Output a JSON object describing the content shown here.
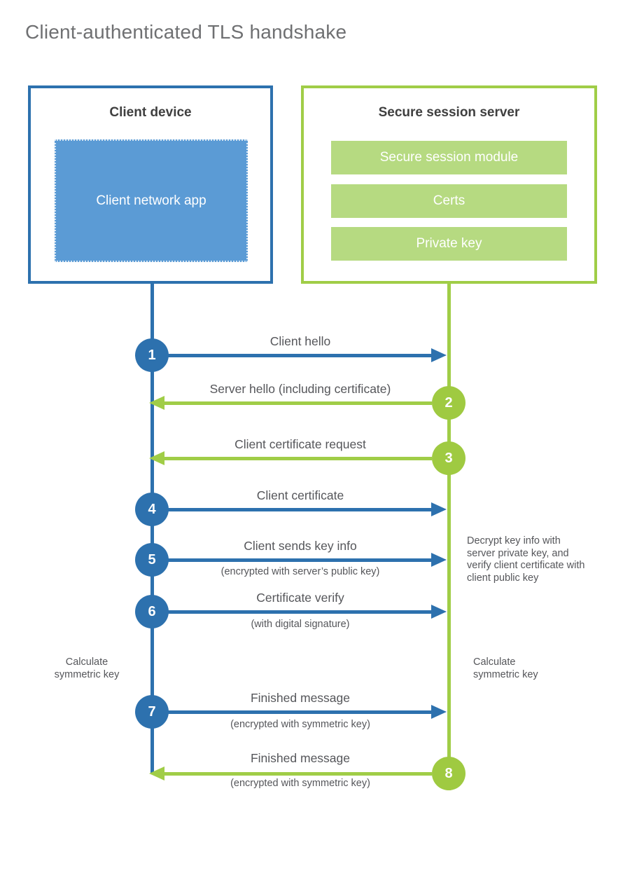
{
  "title": "Client-authenticated TLS handshake",
  "colors": {
    "blue": "#2d71ae",
    "blue_fill": "#5b9bd5",
    "green": "#a0cd47",
    "green_fill": "#b6da81",
    "text_dark": "#3f3f3f",
    "text_label": "#55565a"
  },
  "client": {
    "title": "Client device",
    "app_label": "Client network app"
  },
  "server": {
    "title": "Secure session server",
    "modules": [
      "Secure session module",
      "Certs",
      "Private key"
    ]
  },
  "messages": [
    {
      "num": "1",
      "from": "client",
      "direction": "right",
      "label": "Client hello",
      "sub": ""
    },
    {
      "num": "2",
      "from": "server",
      "direction": "left",
      "label": "Server hello (including certificate)",
      "sub": ""
    },
    {
      "num": "3",
      "from": "server",
      "direction": "left",
      "label": "Client certificate request",
      "sub": ""
    },
    {
      "num": "4",
      "from": "client",
      "direction": "right",
      "label": "Client certificate",
      "sub": ""
    },
    {
      "num": "5",
      "from": "client",
      "direction": "right",
      "label": "Client sends key info",
      "sub": "(encrypted with server’s public key)"
    },
    {
      "num": "6",
      "from": "client",
      "direction": "right",
      "label": "Certificate verify",
      "sub": "(with digital signature)"
    },
    {
      "num": "7",
      "from": "client",
      "direction": "right",
      "label": "Finished message",
      "sub": "(encrypted with symmetric key)"
    },
    {
      "num": "8",
      "from": "server",
      "direction": "left",
      "label": "Finished message",
      "sub": "(encrypted with symmetric key)"
    }
  ],
  "notes": {
    "decrypt": "Decrypt key info with server private key, and verify client certificate with client public key",
    "calc_left": "Calculate\nsymmetric key",
    "calc_right": "Calculate\nsymmetric key"
  }
}
